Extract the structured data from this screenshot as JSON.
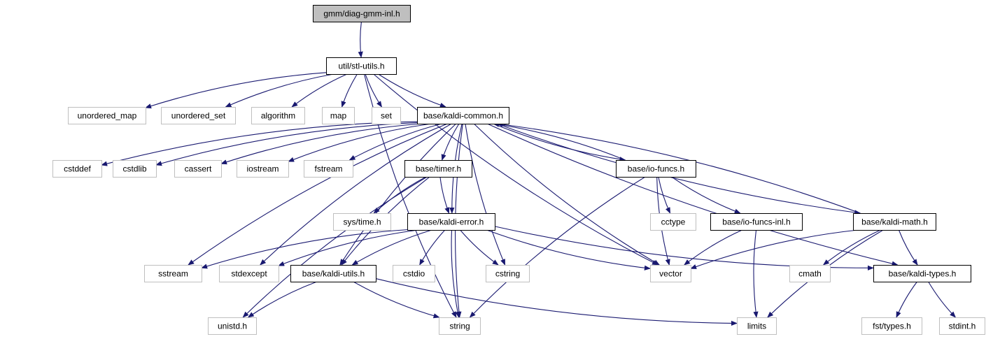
{
  "diagram": {
    "nodes": [
      {
        "id": "diag_gmm_inl",
        "label": "gmm/diag-gmm-inl.h",
        "kind": "root"
      },
      {
        "id": "stl_utils",
        "label": "util/stl-utils.h",
        "kind": "local"
      },
      {
        "id": "unordered_map",
        "label": "unordered_map",
        "kind": "system"
      },
      {
        "id": "unordered_set",
        "label": "unordered_set",
        "kind": "system"
      },
      {
        "id": "algorithm",
        "label": "algorithm",
        "kind": "system"
      },
      {
        "id": "map",
        "label": "map",
        "kind": "system"
      },
      {
        "id": "set",
        "label": "set",
        "kind": "system"
      },
      {
        "id": "kaldi_common",
        "label": "base/kaldi-common.h",
        "kind": "local"
      },
      {
        "id": "cstddef",
        "label": "cstddef",
        "kind": "system"
      },
      {
        "id": "cstdlib",
        "label": "cstdlib",
        "kind": "system"
      },
      {
        "id": "cassert",
        "label": "cassert",
        "kind": "system"
      },
      {
        "id": "iostream",
        "label": "iostream",
        "kind": "system"
      },
      {
        "id": "fstream",
        "label": "fstream",
        "kind": "system"
      },
      {
        "id": "timer",
        "label": "base/timer.h",
        "kind": "local"
      },
      {
        "id": "io_funcs",
        "label": "base/io-funcs.h",
        "kind": "local"
      },
      {
        "id": "sys_time",
        "label": "sys/time.h",
        "kind": "system"
      },
      {
        "id": "kaldi_error",
        "label": "base/kaldi-error.h",
        "kind": "local"
      },
      {
        "id": "cctype",
        "label": "cctype",
        "kind": "system"
      },
      {
        "id": "io_funcs_inl",
        "label": "base/io-funcs-inl.h",
        "kind": "local"
      },
      {
        "id": "kaldi_math",
        "label": "base/kaldi-math.h",
        "kind": "local"
      },
      {
        "id": "sstream",
        "label": "sstream",
        "kind": "system"
      },
      {
        "id": "stdexcept",
        "label": "stdexcept",
        "kind": "system"
      },
      {
        "id": "kaldi_utils",
        "label": "base/kaldi-utils.h",
        "kind": "local"
      },
      {
        "id": "cstdio",
        "label": "cstdio",
        "kind": "system"
      },
      {
        "id": "cstring",
        "label": "cstring",
        "kind": "system"
      },
      {
        "id": "vector",
        "label": "vector",
        "kind": "system"
      },
      {
        "id": "cmath",
        "label": "cmath",
        "kind": "system"
      },
      {
        "id": "kaldi_types",
        "label": "base/kaldi-types.h",
        "kind": "local"
      },
      {
        "id": "unistd",
        "label": "unistd.h",
        "kind": "system"
      },
      {
        "id": "string",
        "label": "string",
        "kind": "system"
      },
      {
        "id": "limits",
        "label": "limits",
        "kind": "system"
      },
      {
        "id": "fst_types",
        "label": "fst/types.h",
        "kind": "system"
      },
      {
        "id": "stdint",
        "label": "stdint.h",
        "kind": "system"
      }
    ],
    "edges": [
      [
        "diag_gmm_inl",
        "stl_utils"
      ],
      [
        "stl_utils",
        "unordered_map"
      ],
      [
        "stl_utils",
        "unordered_set"
      ],
      [
        "stl_utils",
        "algorithm"
      ],
      [
        "stl_utils",
        "map"
      ],
      [
        "stl_utils",
        "set"
      ],
      [
        "stl_utils",
        "kaldi_common"
      ],
      [
        "stl_utils",
        "vector"
      ],
      [
        "stl_utils",
        "string"
      ],
      [
        "kaldi_common",
        "cstddef"
      ],
      [
        "kaldi_common",
        "cstdlib"
      ],
      [
        "kaldi_common",
        "cassert"
      ],
      [
        "kaldi_common",
        "iostream"
      ],
      [
        "kaldi_common",
        "fstream"
      ],
      [
        "kaldi_common",
        "timer"
      ],
      [
        "kaldi_common",
        "io_funcs"
      ],
      [
        "kaldi_common",
        "kaldi_math"
      ],
      [
        "kaldi_common",
        "kaldi_error"
      ],
      [
        "kaldi_common",
        "kaldi_utils"
      ],
      [
        "kaldi_common",
        "cstring"
      ],
      [
        "kaldi_common",
        "vector"
      ],
      [
        "kaldi_common",
        "kaldi_types"
      ],
      [
        "kaldi_common",
        "sstream"
      ],
      [
        "kaldi_common",
        "stdexcept"
      ],
      [
        "kaldi_common",
        "string"
      ],
      [
        "timer",
        "sys_time"
      ],
      [
        "timer",
        "kaldi_error"
      ],
      [
        "timer",
        "kaldi_utils"
      ],
      [
        "timer",
        "unistd"
      ],
      [
        "io_funcs",
        "kaldi_common"
      ],
      [
        "io_funcs",
        "cctype"
      ],
      [
        "io_funcs",
        "io_funcs_inl"
      ],
      [
        "io_funcs",
        "vector"
      ],
      [
        "io_funcs",
        "string"
      ],
      [
        "io_funcs_inl",
        "vector"
      ],
      [
        "io_funcs_inl",
        "limits"
      ],
      [
        "kaldi_math",
        "kaldi_common"
      ],
      [
        "kaldi_math",
        "vector"
      ],
      [
        "kaldi_math",
        "cmath"
      ],
      [
        "kaldi_math",
        "kaldi_types"
      ],
      [
        "kaldi_math",
        "limits"
      ],
      [
        "kaldi_error",
        "sstream"
      ],
      [
        "kaldi_error",
        "stdexcept"
      ],
      [
        "kaldi_error",
        "kaldi_utils"
      ],
      [
        "kaldi_error",
        "cstdio"
      ],
      [
        "kaldi_error",
        "cstring"
      ],
      [
        "kaldi_error",
        "string"
      ],
      [
        "kaldi_error",
        "vector"
      ],
      [
        "kaldi_error",
        "kaldi_types"
      ],
      [
        "kaldi_utils",
        "unistd"
      ],
      [
        "kaldi_utils",
        "string"
      ],
      [
        "kaldi_utils",
        "limits"
      ],
      [
        "kaldi_types",
        "fst_types"
      ],
      [
        "kaldi_types",
        "stdint"
      ]
    ]
  },
  "colors": {
    "edge": "#191970",
    "root_fill": "#bfbfbf",
    "local_border": "#000000",
    "system_border": "#bfbfbf"
  }
}
